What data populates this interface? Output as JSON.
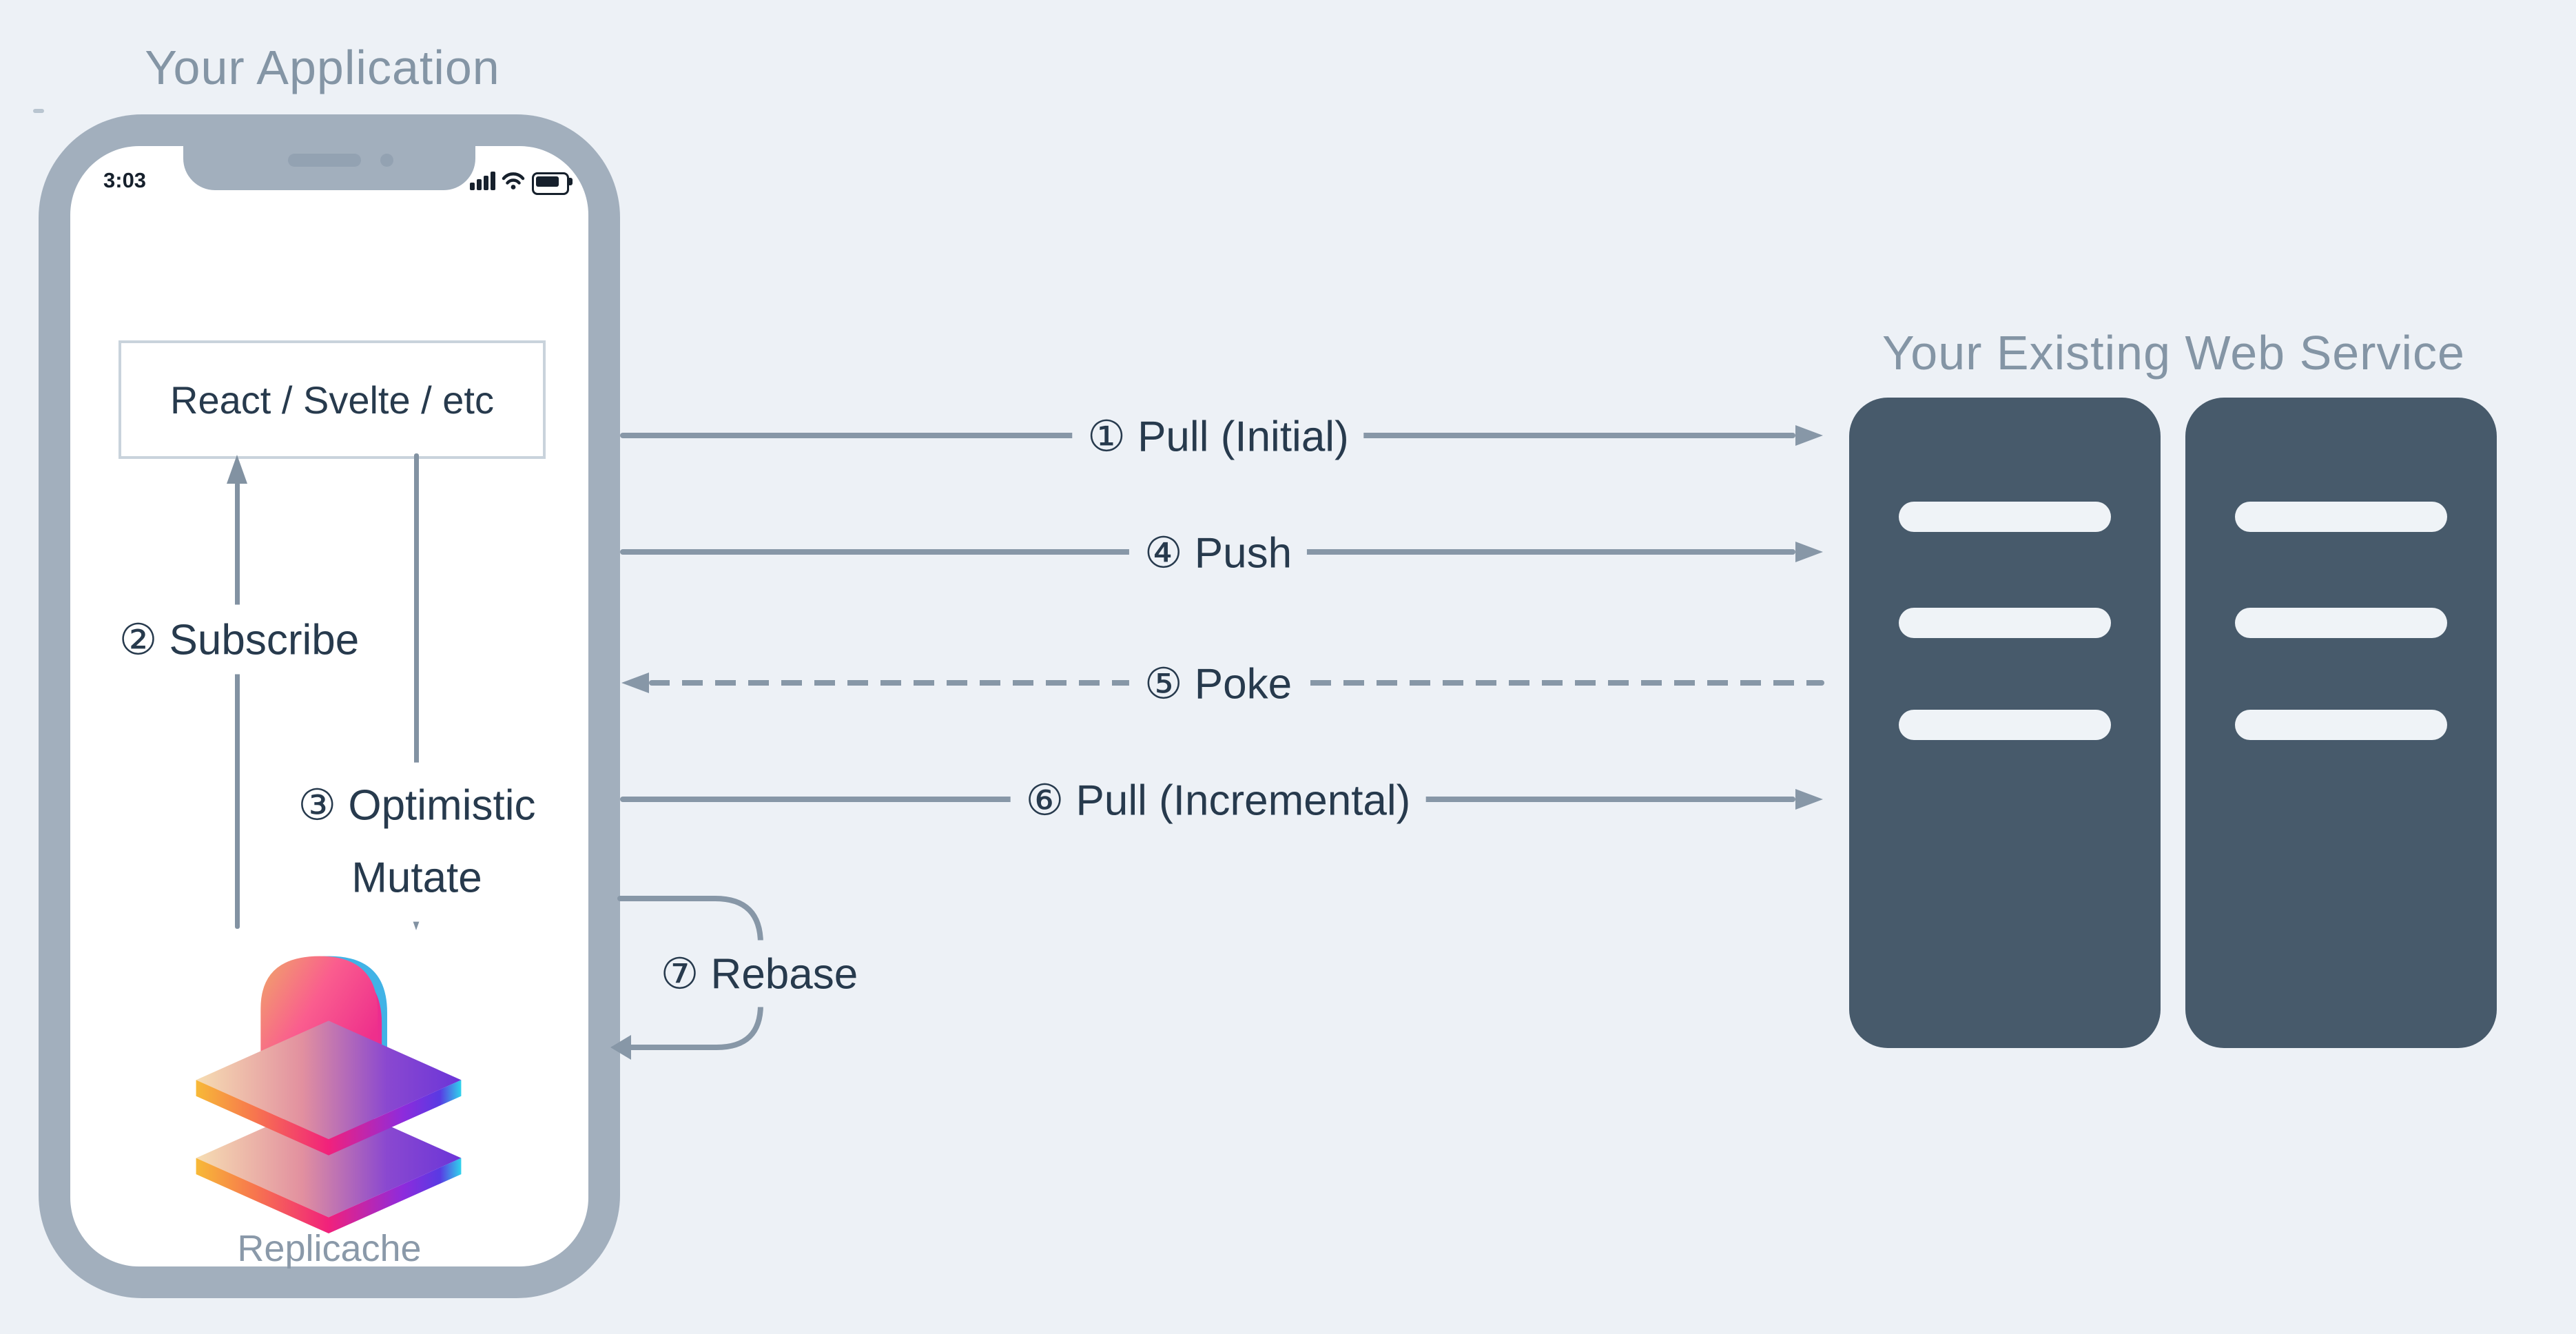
{
  "titles": {
    "application": "Your Application",
    "web_service": "Your Existing Web Service"
  },
  "phone": {
    "status_time": "3:03",
    "framework_box_label": "React / Svelte / etc",
    "logo_caption": "Replicache"
  },
  "internal_flows": {
    "subscribe_label": "② Subscribe",
    "mutate_label_line1": "③ Optimistic",
    "mutate_label_line2": "Mutate"
  },
  "network_flows": [
    {
      "label": "① Pull (Initial)",
      "direction": "to-server",
      "line_style": "solid"
    },
    {
      "label": "④ Push",
      "direction": "to-server",
      "line_style": "solid"
    },
    {
      "label": "⑤ Poke",
      "direction": "to-client",
      "line_style": "dashed"
    },
    {
      "label": "⑥ Pull (Incremental)",
      "direction": "to-server",
      "line_style": "solid"
    }
  ],
  "rebase_label": "⑦ Rebase",
  "colors": {
    "background": "#edf1f6",
    "phone_frame": "#a2afbd",
    "server_rack": "#475a6b",
    "arrow": "#8797a7",
    "dark_text": "#273a4d",
    "muted_text": "#8495a5"
  }
}
